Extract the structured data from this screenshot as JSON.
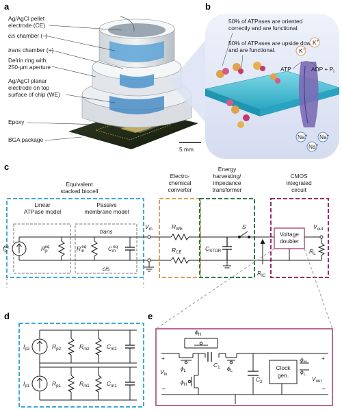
{
  "panels": {
    "a": "a",
    "b": "b",
    "c": "c",
    "d": "d",
    "e": "e"
  },
  "panel_a": {
    "callouts": {
      "ce_line1": "Ag/AgCl pellet",
      "ce_line2": "electrode (CE)",
      "cis_chamber_em": "cis",
      "cis_chamber_rest": " chamber (–)",
      "trans_chamber_em": "trans",
      "trans_chamber_rest": " chamber (+)",
      "delrin_line1": "Delrin ring with",
      "delrin_line2": "250-µm aperture",
      "we_line1": "Ag/AgCl planar",
      "we_line2": "electrode on top",
      "we_line3": "surface of chip (WE)",
      "epoxy": "Epoxy",
      "bga": "BGA package"
    },
    "scale_bar": "5 mm"
  },
  "panel_b": {
    "note1_line1": "50% of ATPases are oriented",
    "note1_line2": "correctly and are functional.",
    "note2_line1": "50% of ATPases are upside down",
    "note2_line2": "and are functional.",
    "atp": "ATP",
    "adp": "ADP + P",
    "adp_sub": "i",
    "k_ion": "K",
    "k_sup": "+",
    "na_ion": "Na",
    "na_sup": "+"
  },
  "panel_c": {
    "headers": {
      "biocell_line1": "Equivalent",
      "biocell_line2": "stacked biocell",
      "ec_line1": "Electro-",
      "ec_line2": "chemical",
      "ec_line3": "converter",
      "eh_line1": "Energy",
      "eh_line2": "harvesting/",
      "eh_line3": "impedance",
      "eh_line4": "transformer",
      "cmos_line1": "CMOS",
      "cmos_line2": "integrated",
      "cmos_line3": "circuit"
    },
    "subheaders": {
      "atpase_line1": "Linear",
      "atpase_line2": "ATPase model",
      "membrane_line1": "Passive",
      "membrane_line2": "membrane model"
    },
    "node_labels": {
      "trans": "trans",
      "cis": "cis"
    },
    "components": {
      "ip": "I",
      "ip_sub": "p",
      "ip_sup": "eq",
      "rp": "R",
      "rp_sub": "p",
      "rp_sup": "eq",
      "rm": "R",
      "rm_sub": "m",
      "rm_sup": "eq",
      "cm": "C",
      "cm_sub": "m",
      "cm_sup": "eq",
      "vm": "V",
      "vm_sub": "m",
      "rwe": "R",
      "rwe_sub": "WE",
      "rce": "R",
      "rce_sub": "CE",
      "cstor": "C",
      "cstor_sub": "STOR",
      "s": "S",
      "ric": "R",
      "ric_sub": "IC",
      "vout": "V",
      "vout_sub": "out",
      "rl": "R",
      "rl_sub": "L",
      "voltage_doubler_line1": "Voltage",
      "voltage_doubler_line2": "doubler"
    }
  },
  "panel_d": {
    "ip2": "I",
    "ip2_sub": "p2",
    "rp2": "R",
    "rp2_sub": "p2",
    "rm2": "R",
    "rm2_sub": "m2",
    "cm2": "C",
    "cm2_sub": "m2",
    "ip1": "I",
    "ip1_sub": "p1",
    "rp1": "R",
    "rp1_sub": "p1",
    "rm1": "R",
    "rm1_sub": "m1",
    "cm1": "C",
    "cm1_sub": "m1"
  },
  "panel_e": {
    "phi": "ϕ",
    "h": "H",
    "l": "L",
    "c1": "C",
    "c1_sub": "1",
    "c2": "C",
    "c2_sub": "2",
    "vin": "V",
    "vin_sub": "in",
    "vout": "V",
    "vout_sub": "out",
    "plus": "+",
    "minus": "–",
    "clock_line1": "Clock",
    "clock_line2": "gen."
  },
  "colors": {
    "biocell_box": "#3fa9d6",
    "converter_box": "#d6a15a",
    "harvest_box": "#2f7a45",
    "cmos_box": "#9c2a63",
    "inner_box": "#777777",
    "zoom_lines": "#9a9a9a"
  }
}
